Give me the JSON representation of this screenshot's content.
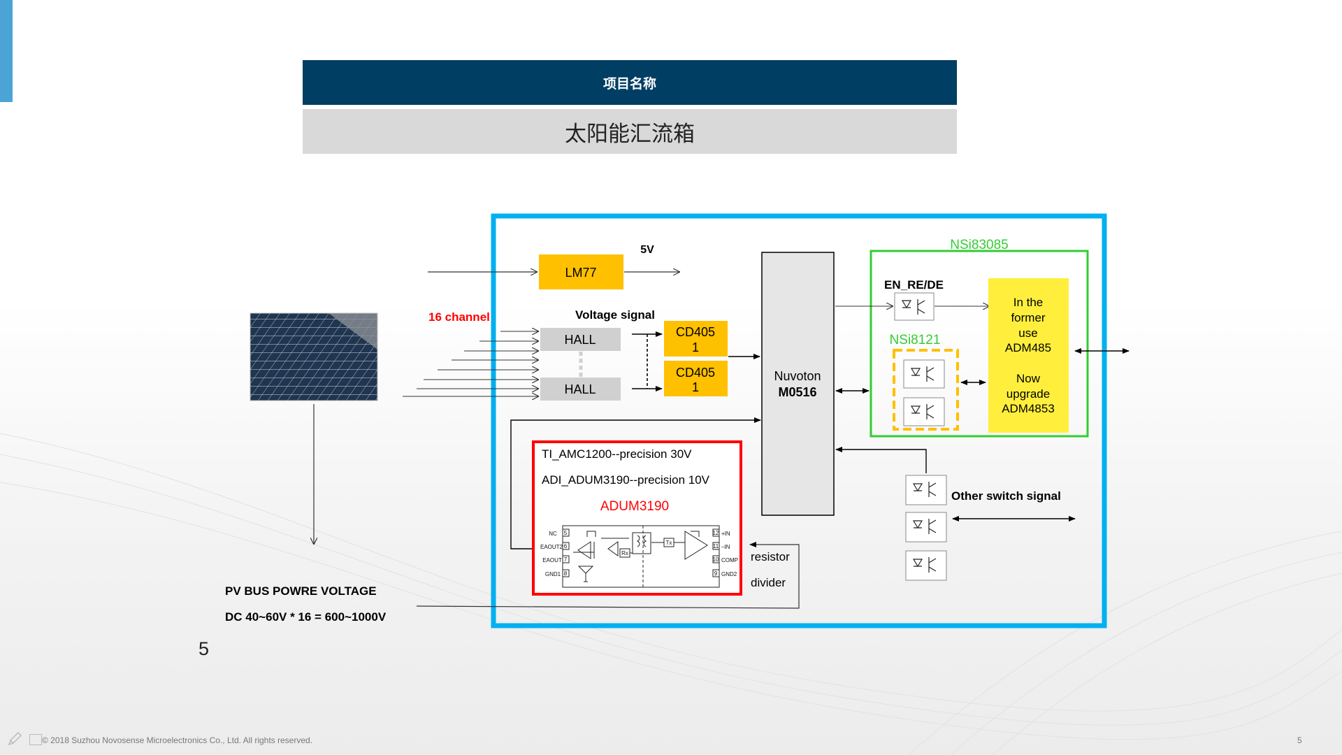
{
  "header": {
    "title": "项目名称",
    "project_name": "太阳能汇流箱"
  },
  "diagram": {
    "label_5v": "5V",
    "lm77": "LM77",
    "channel_label": "16 channel",
    "voltage_signal": "Voltage signal",
    "hall_top": "HALL",
    "hall_bottom": "HALL",
    "cd4051_top": [
      "CD405",
      "1"
    ],
    "cd4051_bottom": [
      "CD405",
      "1"
    ],
    "mcu": [
      "Nuvoton",
      "M0516"
    ],
    "nsi83085": "NSi83085",
    "en_rede": "EN_RE/DE",
    "nsi8121": "NSi8121",
    "adm_note": [
      "In the",
      "former",
      "use",
      "ADM485",
      "",
      "Now",
      "upgrade",
      "ADM4853"
    ],
    "amc1200": "TI_AMC1200--precision  30V",
    "adum3190_precision": "ADI_ADUM3190--precision  10V",
    "adum3190": "ADUM3190",
    "chip_pins_left": [
      "NC",
      "EAOUT2",
      "EAOUT",
      "GND1"
    ],
    "chip_pins_right": [
      "+IN",
      "–IN",
      "COMP",
      "GND2"
    ],
    "chip_pin_numbers_left": [
      "5",
      "6",
      "7",
      "8"
    ],
    "chip_pin_numbers_right": [
      "12",
      "11",
      "10",
      "9"
    ],
    "chip_tx": "Tx",
    "chip_rx": "Rx",
    "resistor": "resistor",
    "divider": "divider",
    "other_switch": "Other switch signal",
    "pv_bus": "PV BUS POWRE VOLTAGE",
    "dc_formula": "DC 40~60V * 16 = 600~1000V"
  },
  "slide_number": "5",
  "footer": {
    "copyright": "© 2018 Suzhou Novosense Microelectronics Co., Ltd.  All rights reserved.",
    "page": "5"
  },
  "colors": {
    "header_bg": "#003e64",
    "system_border": "#00b0f0",
    "rs485_border": "#33cc33",
    "adum_border": "#ff0000",
    "orange": "#ffc000",
    "yellow": "#ffff00"
  }
}
